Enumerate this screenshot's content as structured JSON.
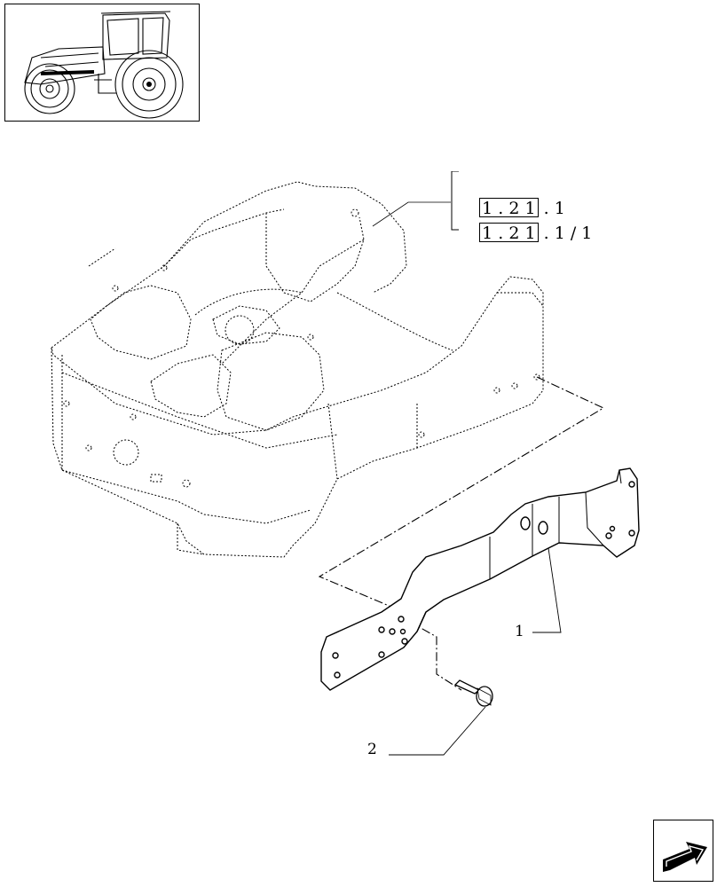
{
  "references": [
    {
      "boxed": "1 . 2 1",
      "rest": " . 1"
    },
    {
      "boxed": "1 . 2 1",
      "rest": " . 1 / 1"
    }
  ],
  "callouts": [
    {
      "label": "1"
    },
    {
      "label": "2"
    }
  ],
  "icons": {
    "thumbnail": "tractor-icon",
    "nav": "next-page-arrow-icon"
  }
}
